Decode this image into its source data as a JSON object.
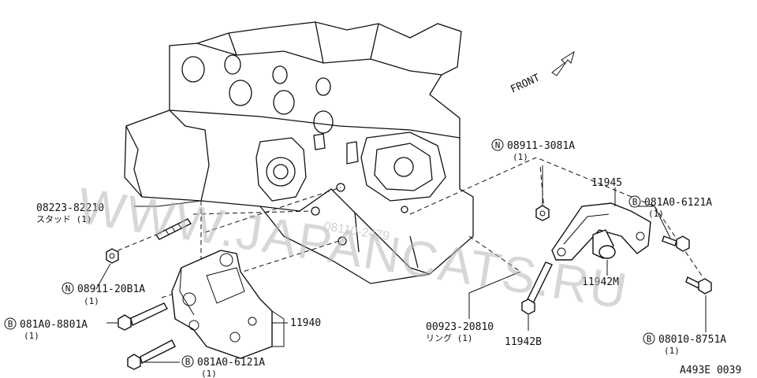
{
  "diagram": {
    "front_label": "FRONT",
    "watermark_main": "WWW.JAPANCATS.RU",
    "watermark_small": "08110-2479",
    "footer_code": "A493E 0039"
  },
  "parts": [
    {
      "id": "p1",
      "prefix": "",
      "code": "08223-82210",
      "note": "スタッド (1)"
    },
    {
      "id": "p2",
      "prefix": "N",
      "code": "08911-20B1A",
      "note": "(1)"
    },
    {
      "id": "p3",
      "prefix": "B",
      "code": "081A0-8801A",
      "note": "(1)"
    },
    {
      "id": "p4",
      "prefix": "",
      "code": "11940",
      "note": ""
    },
    {
      "id": "p5",
      "prefix": "B",
      "code": "081A0-6121A",
      "note": "(1)"
    },
    {
      "id": "p6",
      "prefix": "N",
      "code": "08911-3081A",
      "note": "(1)"
    },
    {
      "id": "p7",
      "prefix": "",
      "code": "11945",
      "note": ""
    },
    {
      "id": "p8",
      "prefix": "B",
      "code": "081A0-6121A",
      "note": "(1)"
    },
    {
      "id": "p9",
      "prefix": "",
      "code": "11942M",
      "note": ""
    },
    {
      "id": "p10",
      "prefix": "",
      "code": "00923-20810",
      "note": "リング (1)"
    },
    {
      "id": "p11",
      "prefix": "",
      "code": "11942B",
      "note": ""
    },
    {
      "id": "p12",
      "prefix": "B",
      "code": "08010-8751A",
      "note": "(1)"
    }
  ]
}
